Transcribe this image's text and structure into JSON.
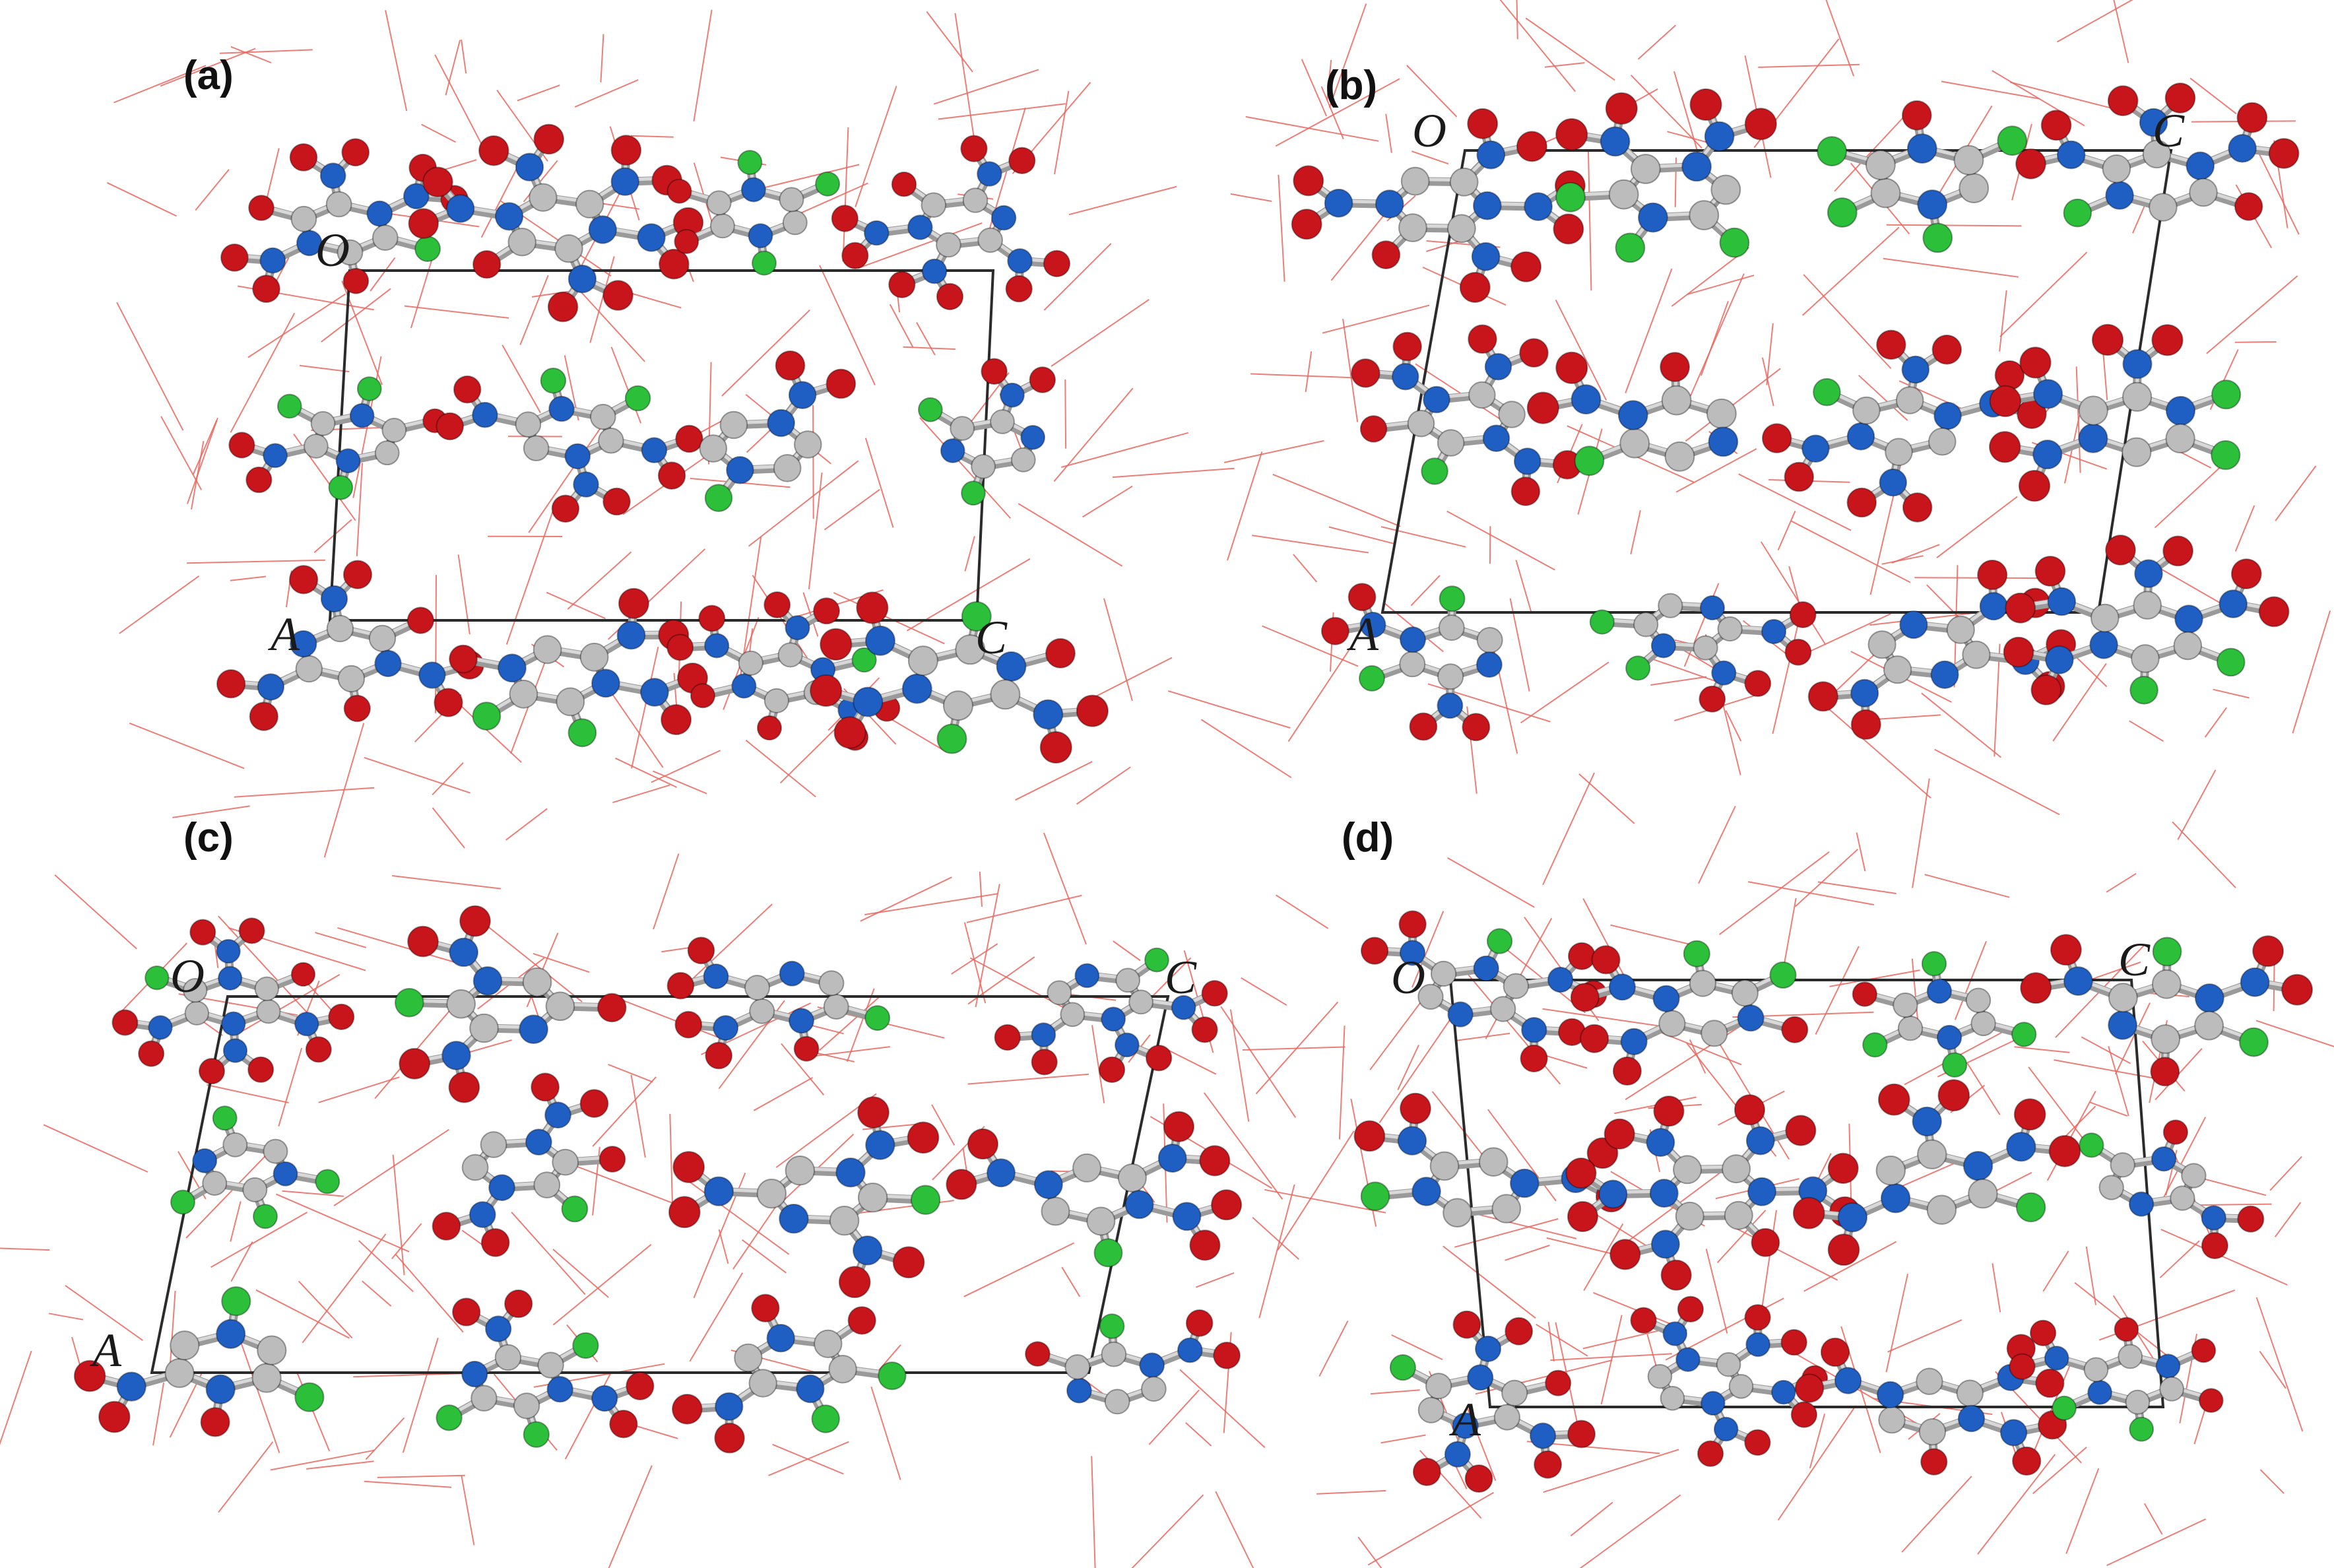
{
  "colors": {
    "carbon": "#bcbcbc",
    "nitrogen": "#1f5fc4",
    "oxygen": "#c8151c",
    "fluorine": "#2bbf3a",
    "hbond": "#e8675f",
    "cell": "#2b2b2b"
  },
  "panels": [
    {
      "label": "(a)",
      "axes": [
        "O",
        "A",
        "C"
      ]
    },
    {
      "label": "(b)",
      "axes": [
        "O",
        "A",
        "C"
      ]
    },
    {
      "label": "(c)",
      "axes": [
        "O",
        "A",
        "C"
      ]
    },
    {
      "label": "(d)",
      "axes": [
        "O",
        "A",
        "C"
      ]
    }
  ]
}
